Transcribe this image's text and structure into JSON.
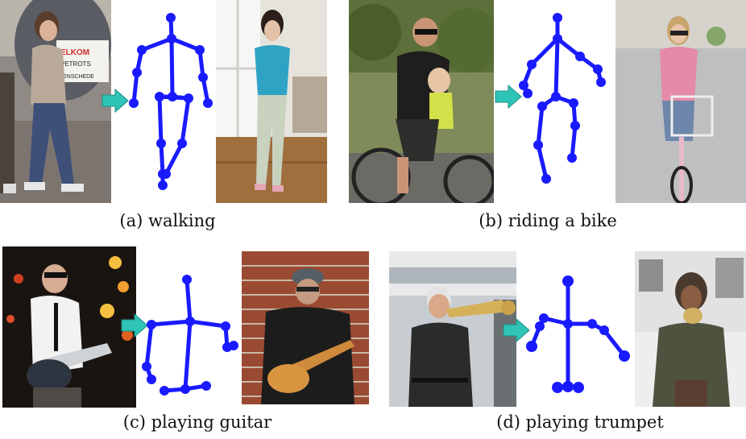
{
  "figure": {
    "panels": [
      {
        "id": "a",
        "label": "(a) walking",
        "action": "walking"
      },
      {
        "id": "b",
        "label": "(b) riding a bike",
        "action": "riding a bike"
      },
      {
        "id": "c",
        "label": "(c) playing guitar",
        "action": "playing guitar"
      },
      {
        "id": "d",
        "label": "(d) playing trumpet",
        "action": "playing trumpet"
      }
    ],
    "photo_texts": {
      "balloon_line1": "ELKOM",
      "balloon_line2": "PETROTS",
      "balloon_line3": "ENSCHEDE"
    },
    "colors": {
      "skeleton": "#1a1aff",
      "arrow": "#2ec4b6",
      "arrow_edge": "#1c8f86"
    }
  }
}
